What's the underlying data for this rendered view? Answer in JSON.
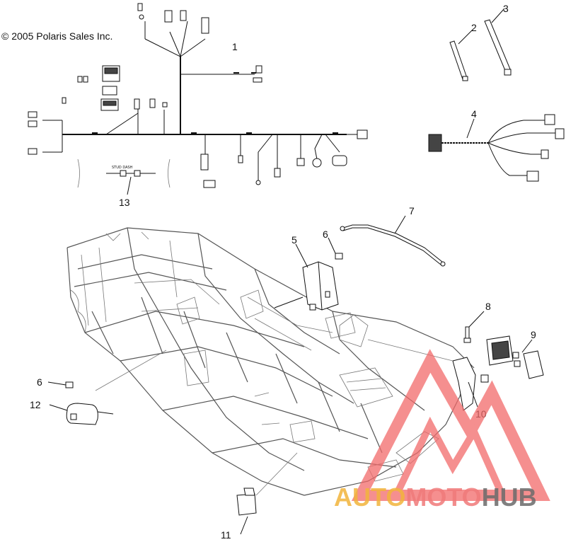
{
  "copyright": "© 2005 Polaris Sales Inc.",
  "callouts": {
    "c1": "1",
    "c2": "2",
    "c3": "3",
    "c4": "4",
    "c5": "5",
    "c6a": "6",
    "c6b": "6",
    "c7": "7",
    "c8": "8",
    "c9": "9",
    "c10": "10",
    "c11": "11",
    "c12": "12",
    "c13": "13"
  },
  "watermark": {
    "part1": "AUTO",
    "part2": "MOTO",
    "part3": "HUB",
    "colors": {
      "auto": "#f2b43c",
      "moto": "#f07a7a",
      "hub": "#6b6b6b",
      "triangle": "#f26a6a"
    }
  }
}
